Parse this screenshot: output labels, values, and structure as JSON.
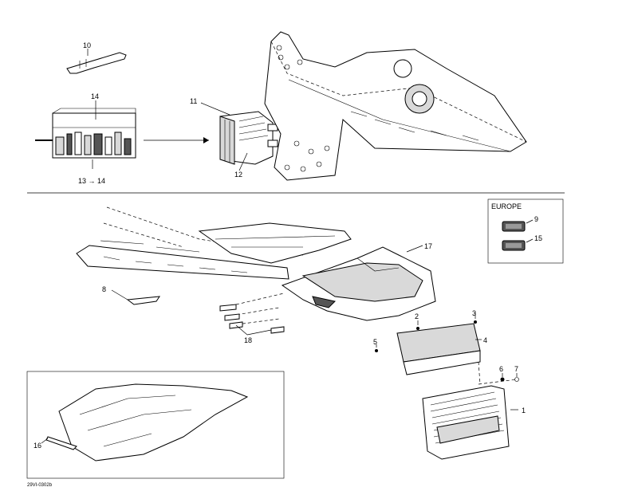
{
  "callouts": {
    "c10": "10",
    "c14": "14",
    "c13_14": "13 → 14",
    "c11": "11",
    "c12": "12",
    "c8": "8",
    "c17": "17",
    "c18": "18",
    "c2": "2",
    "c3": "3",
    "c4": "4",
    "c5": "5",
    "c6": "6",
    "c7": "7",
    "c1": "1",
    "c16": "16",
    "c9": "9",
    "c15": "15"
  },
  "europe_box": {
    "title": "EUROPE"
  },
  "drawing_code": "29VI-0302b"
}
